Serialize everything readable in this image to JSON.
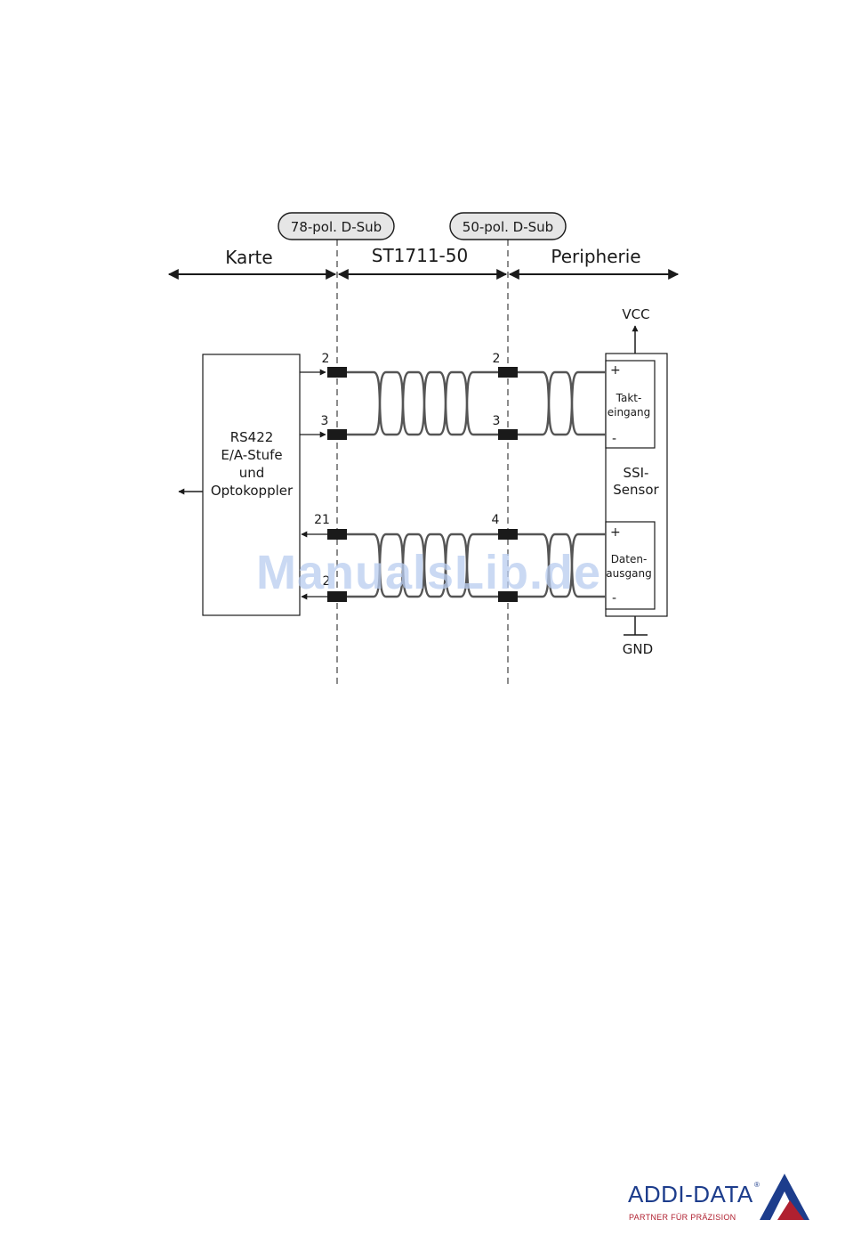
{
  "labels": {
    "connector_left": "78-pol. D-Sub",
    "connector_right": "50-pol. D-Sub",
    "zone_card": "Karte",
    "zone_cable": "ST1711-50",
    "zone_periphery": "Peripherie",
    "vcc": "VCC",
    "gnd": "GND"
  },
  "card_block": {
    "lines": [
      "RS422",
      "E/A-Stufe",
      "und",
      "Optokoppler"
    ]
  },
  "sensor": {
    "lines": [
      "SSI-",
      "Sensor"
    ],
    "clock_input": {
      "lines": [
        "Takt-",
        "eingang"
      ],
      "plus": "+",
      "minus": "-"
    },
    "data_output": {
      "lines": [
        "Daten-",
        "ausgang"
      ],
      "plus": "+",
      "minus": "-"
    }
  },
  "pins": {
    "left": [
      "2",
      "3",
      "21",
      "2"
    ],
    "right": [
      "2",
      "3",
      "4"
    ]
  },
  "watermark": "ManualsLib.de",
  "logo": {
    "name": "ADDI-DATA",
    "registered": "®",
    "tagline": "PARTNER FÜR PRÄZISION",
    "colors": {
      "blue": "#1d3d8c",
      "red": "#b02030"
    }
  }
}
